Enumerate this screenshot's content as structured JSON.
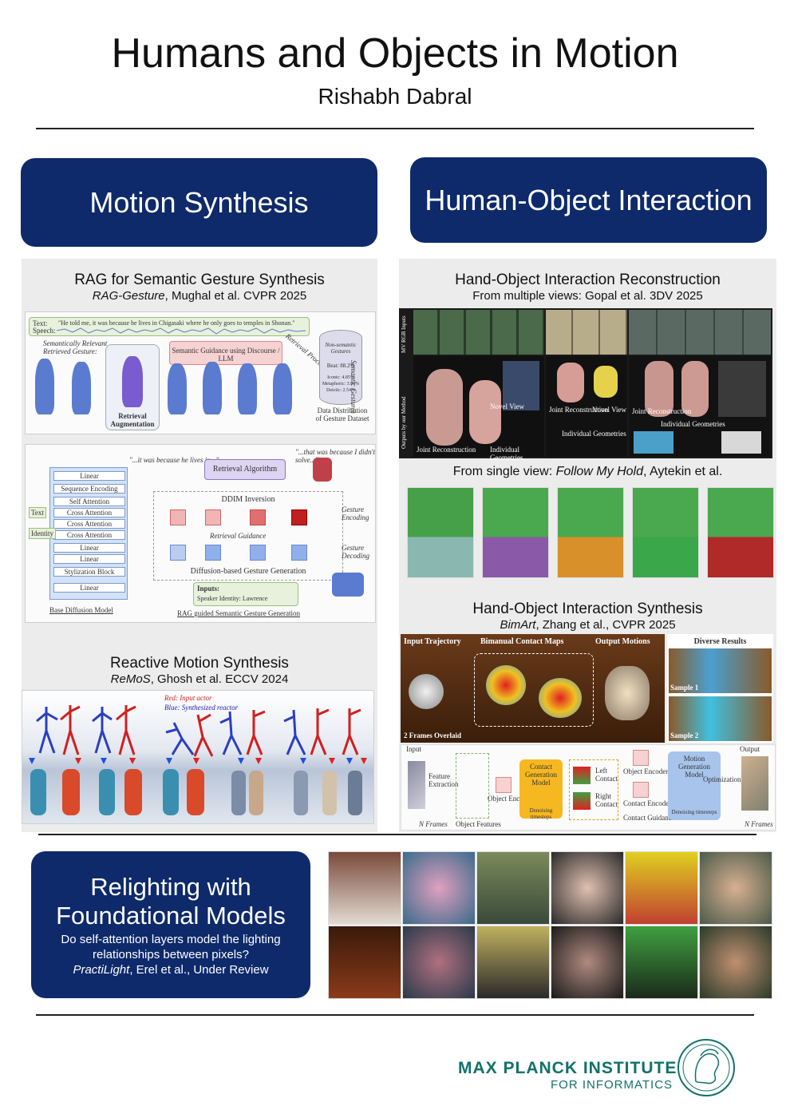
{
  "header": {
    "title": "Humans and Objects in Motion",
    "author": "Rishabh Dabral"
  },
  "sections": {
    "motion_synthesis": "Motion Synthesis",
    "hoi": "Human-Object Interaction",
    "relighting": {
      "title_line1": "Relighting with",
      "title_line2": "Foundational Models",
      "question_line1": "Do self-attention layers model the lighting",
      "question_line2": "relationships between pixels?",
      "citation_name": "PractiLight",
      "citation_rest": ", Erel et al., Under Review"
    }
  },
  "rag": {
    "title": "RAG for Semantic Gesture Synthesis",
    "sub_name": "RAG-Gesture",
    "sub_rest": ", Mughal et al. CVPR 2025",
    "fig": {
      "text_label": "Text:",
      "speech_label": "Speech:",
      "sentence": "\"He told me, it was because he lives in Chigasaki where he only goes to temples in Shonan.\"",
      "retrieved_label": "Semantically Relevant Retrieved Gesture:",
      "guidance": "Semantic Guidance using Discourse / LLM",
      "retrieval_process": "Retrieval Process",
      "retrieval_aug": "Retrieval Augmentation",
      "non_semantic": "Non-semantic Gestures",
      "beat": "Beat: 88.2%",
      "iconic": "Iconic: 4.85%",
      "metaphoric": "Metaphoric: 3.94%",
      "deictic": "Deictic: 2.54%",
      "semantic_gestures": "Semantic Gestures",
      "data_dist": "Data Distribution of Gesture Dataset",
      "base_model": "Base Diffusion Model",
      "rag_guided": "RAG guided Semantic Gesture Generation",
      "retrieval_alg": "Retrieval Algorithm",
      "ddim": "DDIM Inversion",
      "diffusion_gen": "Diffusion-based Gesture Generation",
      "retrieval_guidance": "Retrieval Guidance",
      "gesture_encoding": "Gesture Encoding",
      "gesture_decoding": "Gesture Decoding",
      "inputs": "Inputs:",
      "speaker": "Speaker Identity: Lawrence",
      "quote_left": "\"...it was because he lives in...\"",
      "quote_right": "\"...that was because I didn't solve...\"",
      "layers": [
        "Linear",
        "Sequence Encoding",
        "Self Attention",
        "Cross Attention",
        "Cross Attention",
        "Cross Attention",
        "Linear",
        "Linear",
        "Stylization Block",
        "Linear"
      ],
      "side_labels": [
        "Text",
        "Identity"
      ]
    }
  },
  "remos": {
    "title": "Reactive Motion Synthesis",
    "sub_name": "ReMoS",
    "sub_rest": ", Ghosh et al. ECCV 2024",
    "legend_red": "Red: Input actor",
    "legend_blue": "Blue: Synthesized reactor"
  },
  "hoi_recon": {
    "title": "Hand-Object Interaction Reconstruction",
    "sub": "From multiple views: Gopal et al. 3DV 2025",
    "side_top": "MV RGB Inputs",
    "side_bottom": "Outputs by our Method",
    "labels": [
      "Novel View",
      "Joint Reconstruction",
      "Individual Geometries"
    ]
  },
  "single_view": {
    "prefix": "From single view: ",
    "name": "Follow My Hold",
    "rest": ", Aytekin et al."
  },
  "hoi_synth": {
    "title": "Hand-Object Interaction Synthesis",
    "sub_name": "BimArt",
    "sub_rest": ", Zhang et al., CVPR 2025",
    "fig": {
      "input_traj": "Input Trajectory",
      "contact_maps": "Bimanual Contact Maps",
      "output_motions": "Output Motions",
      "diverse": "Diverse Results",
      "sample1": "Sample 1",
      "sample2": "Sample 2",
      "overlaid": "2 Frames Overlaid",
      "input": "Input",
      "output": "Output",
      "feature_extraction": "Feature Extraction",
      "object_features": "Object Features",
      "object_encoder": "Object Encoder",
      "contact_gen": "Contact Generation Model",
      "denoising": "Denoising timesteps",
      "left_contact": "Left Contact",
      "right_contact": "Right Contact",
      "contact_encoder": "Contact Encoder",
      "contact_guidance": "Contact Guidance",
      "motion_gen": "Motion Generation Model",
      "optimization": "Optimization",
      "n_frames": "N Frames"
    }
  },
  "footer": {
    "institute": "MAX PLANCK INSTITUTE",
    "subtitle": "FOR INFORMATICS"
  },
  "colors": {
    "navy": "#0e2a6b",
    "mpi_green": "#11716b",
    "panel": "#ececec"
  }
}
